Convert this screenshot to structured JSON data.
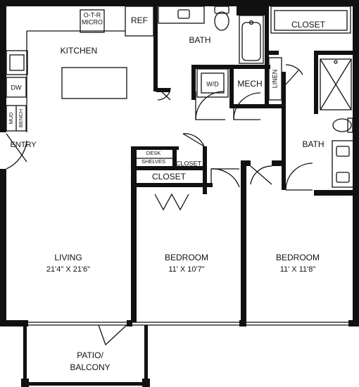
{
  "rooms": {
    "kitchen": "KITCHEN",
    "bath_top": "BATH",
    "closet_top": "CLOSET",
    "ref": "REF",
    "otr_micro_1": "O-T-R",
    "otr_micro_2": "MICRO",
    "dw": "DW",
    "mud": "MUD",
    "bench": "BENCH",
    "entry": "ENTRY",
    "wd": "W/D",
    "mech": "MECH",
    "linen": "LINEN",
    "bath_right": "BATH",
    "desk": "DESK",
    "shelves": "SHELVES",
    "closet_small": "CLOSET",
    "closet_mid": "CLOSET",
    "living": "LIVING",
    "living_dim": "21'4\" X 21'6\"",
    "bedroom1": "BEDROOM",
    "bedroom1_dim": "11' X 10'7\"",
    "bedroom2": "BEDROOM",
    "bedroom2_dim": "11' X 11'8\"",
    "patio_1": "PATIO/",
    "patio_2": "BALCONY"
  }
}
